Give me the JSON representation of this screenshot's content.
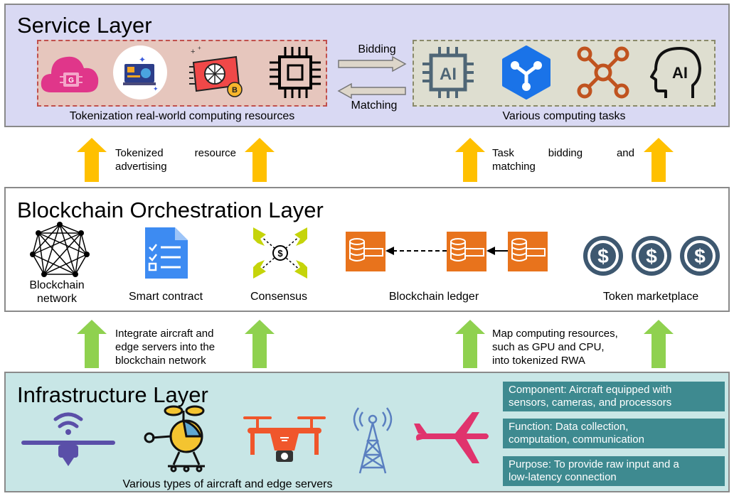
{
  "service_layer": {
    "title": "Service Layer",
    "resources_caption": "Tokenization real-world computing resources",
    "tasks_caption": "Various computing tasks",
    "bidding_label": "Bidding",
    "matching_label": "Matching",
    "resource_icons": [
      "cloud-gpu-icon",
      "crypto-card-icon",
      "graphics-card-bitcoin-icon",
      "cpu-chip-icon"
    ],
    "task_icons": [
      "ai-chip-icon",
      "network-hexagon-icon",
      "nodes-graph-icon",
      "ai-head-icon"
    ]
  },
  "flow_up_top": {
    "left_note": [
      "Tokenized resource",
      "advertising"
    ],
    "right_note": [
      "Task bidding and",
      "matching"
    ]
  },
  "blockchain_layer": {
    "title": "Blockchain Orchestration Layer",
    "network_label": [
      "Blockchain",
      "network"
    ],
    "contract_label": "Smart contract",
    "consensus_label": "Consensus",
    "ledger_label": "Blockchain ledger",
    "marketplace_label": "Token marketplace",
    "token_symbol": "$"
  },
  "flow_up_bottom": {
    "left_note": [
      "Integrate aircraft and",
      "edge servers into the",
      "blockchain network"
    ],
    "right_note": [
      "Map computing resources,",
      "such as GPU and CPU,",
      "into tokenized RWA"
    ]
  },
  "infrastructure_layer": {
    "title": "Infrastructure Layer",
    "caption": "Various types of aircraft and edge servers",
    "component": [
      "Component: Aircraft equipped with",
      "sensors, cameras, and processors"
    ],
    "function": [
      "Function: Data collection,",
      "computation, communication"
    ],
    "purpose": [
      "Purpose: To provide raw input and a",
      "low-latency connection"
    ]
  },
  "colors": {
    "service_bg": "#d9d9f3",
    "blockchain_bg": "#ffffff",
    "infra_bg": "#c8e6e6",
    "arrow_top": "#ffc000",
    "arrow_bottom": "#8fd14f",
    "resource_box_bg": "#e6c6bd",
    "resource_box_border": "#c0504d",
    "task_box_bg": "#deded0",
    "task_box_border": "#8a8a6a",
    "teal_box": "#3e8a90"
  }
}
